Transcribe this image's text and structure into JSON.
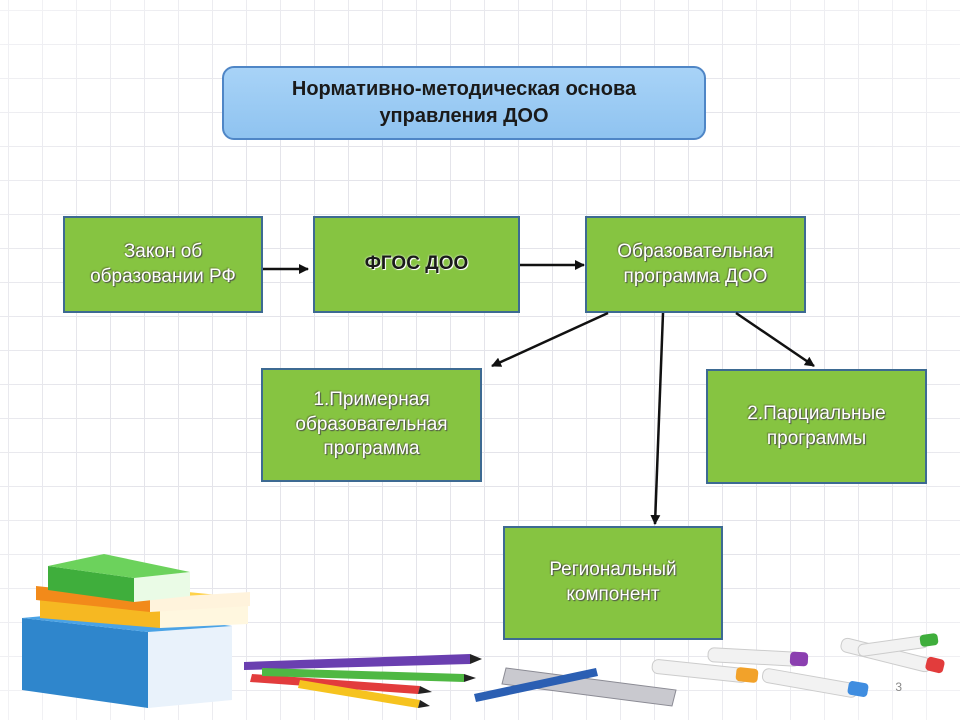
{
  "title": "Нормативно-методическая основа управления ДОО",
  "nodes": {
    "law": "Закон об образовании РФ",
    "fgos": "ФГОС ДОО",
    "program": "Образовательная программа ДОО",
    "approx": "1.Примерная образовательная программа",
    "partial": "2.Парциальные программы",
    "regional": "Региональный компонент"
  },
  "page_number": "3",
  "colors": {
    "title_fill": "#a8d3f7",
    "box_fill": "#86c441",
    "box_border": "#3d6a92"
  }
}
